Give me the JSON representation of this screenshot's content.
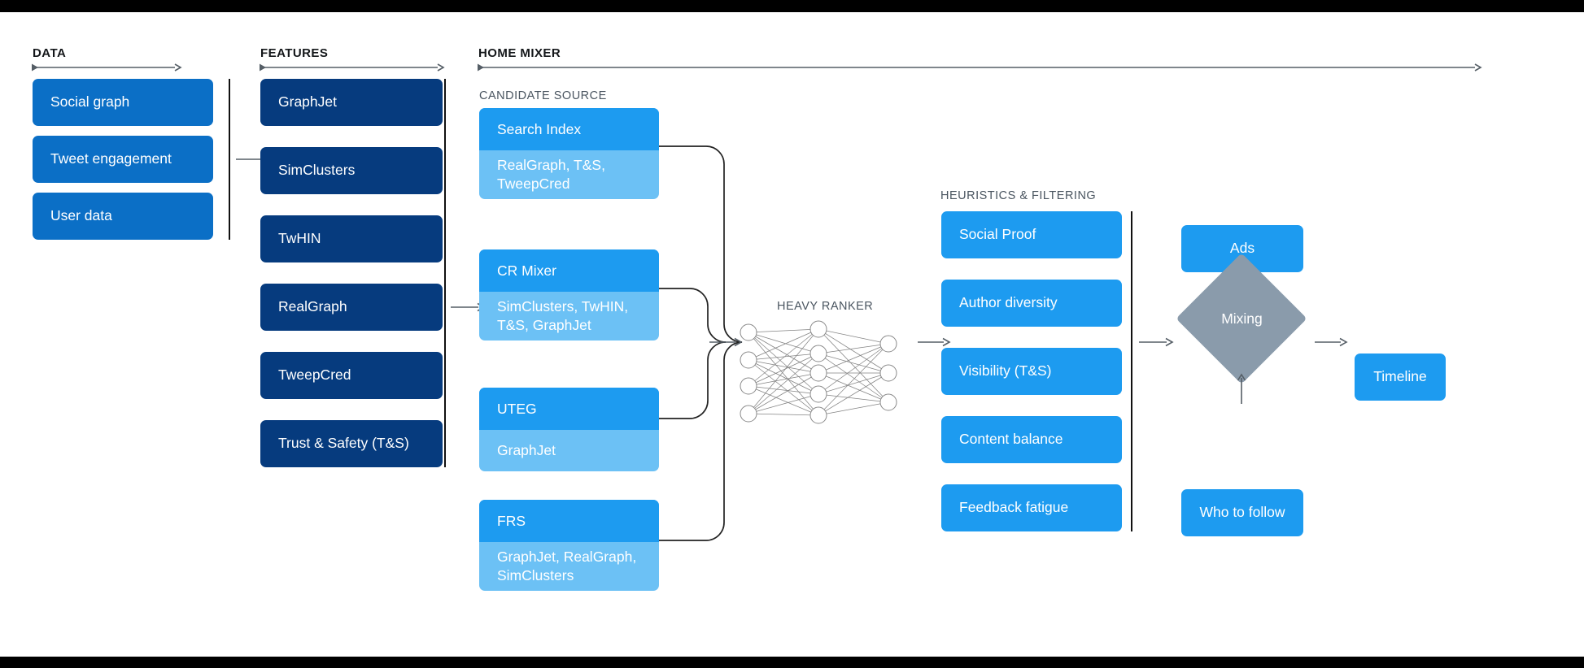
{
  "sections": {
    "data": {
      "title": "DATA"
    },
    "features": {
      "title": "FEATURES"
    },
    "home_mixer": {
      "title": "HOME MIXER"
    },
    "candidate_source": {
      "title": "CANDIDATE SOURCE"
    },
    "heavy_ranker": {
      "title": "HEAVY RANKER"
    },
    "heuristics": {
      "title": "HEURISTICS & FILTERING"
    }
  },
  "data_cards": [
    {
      "label": "Social graph"
    },
    {
      "label": "Tweet engagement"
    },
    {
      "label": "User data"
    }
  ],
  "feature_cards": [
    {
      "label": "GraphJet"
    },
    {
      "label": "SimClusters"
    },
    {
      "label": "TwHIN"
    },
    {
      "label": "RealGraph"
    },
    {
      "label": "TweepCred"
    },
    {
      "label": "Trust & Safety (T&S)"
    }
  ],
  "candidate_sources": [
    {
      "name": "Search Index",
      "features": "RealGraph, T&S,\nTweepCred"
    },
    {
      "name": "CR Mixer",
      "features": "SimClusters, TwHIN,\nT&S, GraphJet"
    },
    {
      "name": "UTEG",
      "features": "GraphJet"
    },
    {
      "name": "FRS",
      "features": "GraphJet, RealGraph,\nSimClusters"
    }
  ],
  "heuristic_cards": [
    {
      "label": "Social Proof"
    },
    {
      "label": "Author diversity"
    },
    {
      "label": "Visibility (T&S)"
    },
    {
      "label": "Content balance"
    },
    {
      "label": "Feedback fatigue"
    }
  ],
  "outputs": {
    "ads": "Ads",
    "who_to_follow": "Who to follow",
    "mixing": "Mixing",
    "timeline": "Timeline"
  },
  "neural_net": {
    "input_nodes": 4,
    "hidden_nodes": 5,
    "output_nodes": 3
  },
  "colors": {
    "data_card": "#0b6fc6",
    "feature_card": "#063b7e",
    "candidate_head": "#1d9bf0",
    "candidate_body": "#6cc1f5",
    "heuristic_card": "#1d9bf0",
    "output_card": "#1d9bf0",
    "mixing_diamond": "#8a9bab",
    "line": "#111111",
    "arrow": "#555e66",
    "background": "#ffffff",
    "letterbox": "#000000"
  }
}
